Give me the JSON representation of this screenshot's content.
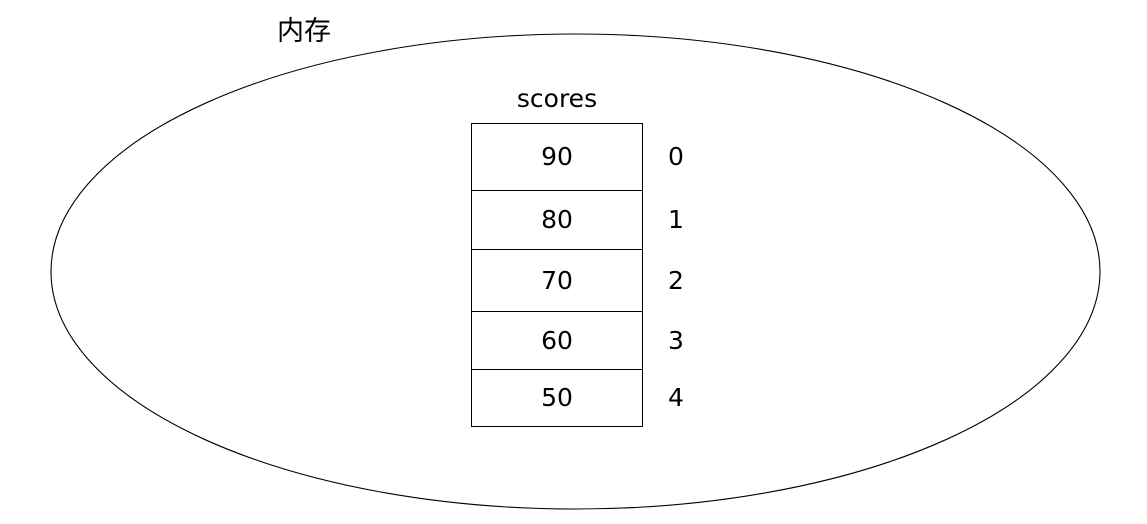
{
  "diagram": {
    "memory_label": "内存",
    "array_name": "scores",
    "cells": [
      {
        "value": "90",
        "index": "0"
      },
      {
        "value": "80",
        "index": "1"
      },
      {
        "value": "70",
        "index": "2"
      },
      {
        "value": "60",
        "index": "3"
      },
      {
        "value": "50",
        "index": "4"
      }
    ],
    "colors": {
      "stroke": "#000000",
      "text": "#000000",
      "background": "#ffffff"
    }
  }
}
